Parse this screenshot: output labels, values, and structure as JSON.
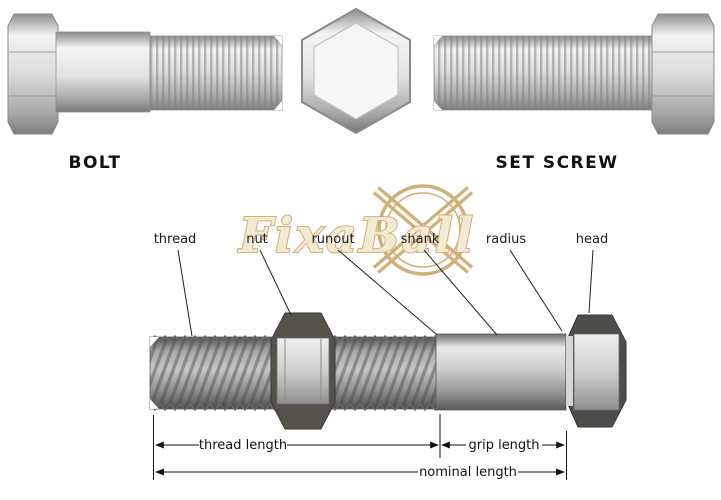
{
  "top": {
    "bolt_label": "BOLT",
    "set_screw_label": "SET SCREW"
  },
  "watermark": {
    "text": "FixaBall",
    "color": "#c9a468"
  },
  "callouts": [
    "thread",
    "nut",
    "runout",
    "shank",
    "radius",
    "head"
  ],
  "dims": {
    "thread_length": "thread length",
    "grip_length": "grip length",
    "nominal_length": "nominal length"
  },
  "colors": {
    "metal_light": "#ececec",
    "metal_dark": "#4f4f4f",
    "line": "#111111"
  }
}
